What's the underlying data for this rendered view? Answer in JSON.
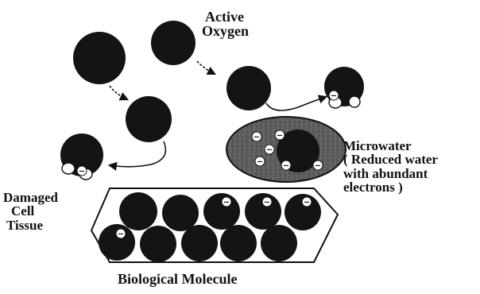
{
  "labels": {
    "active_oxygen_line1": "Active",
    "active_oxygen_line2": "Oxygen",
    "microwater_line1": "Microwater",
    "microwater_line2": "( Reduced water",
    "microwater_line3": "with  abundant",
    "microwater_line4": "electrons )",
    "damaged_line1": "Damaged",
    "damaged_line2": "Cell",
    "damaged_line3": "Tissue",
    "biological_molecule": "Biological Molecule"
  },
  "electron_symbol": "−",
  "colors": {
    "sphere": "#141414",
    "ink": "#111111",
    "microwater_fill": "#5a5a5a",
    "background": "#ffffff"
  }
}
